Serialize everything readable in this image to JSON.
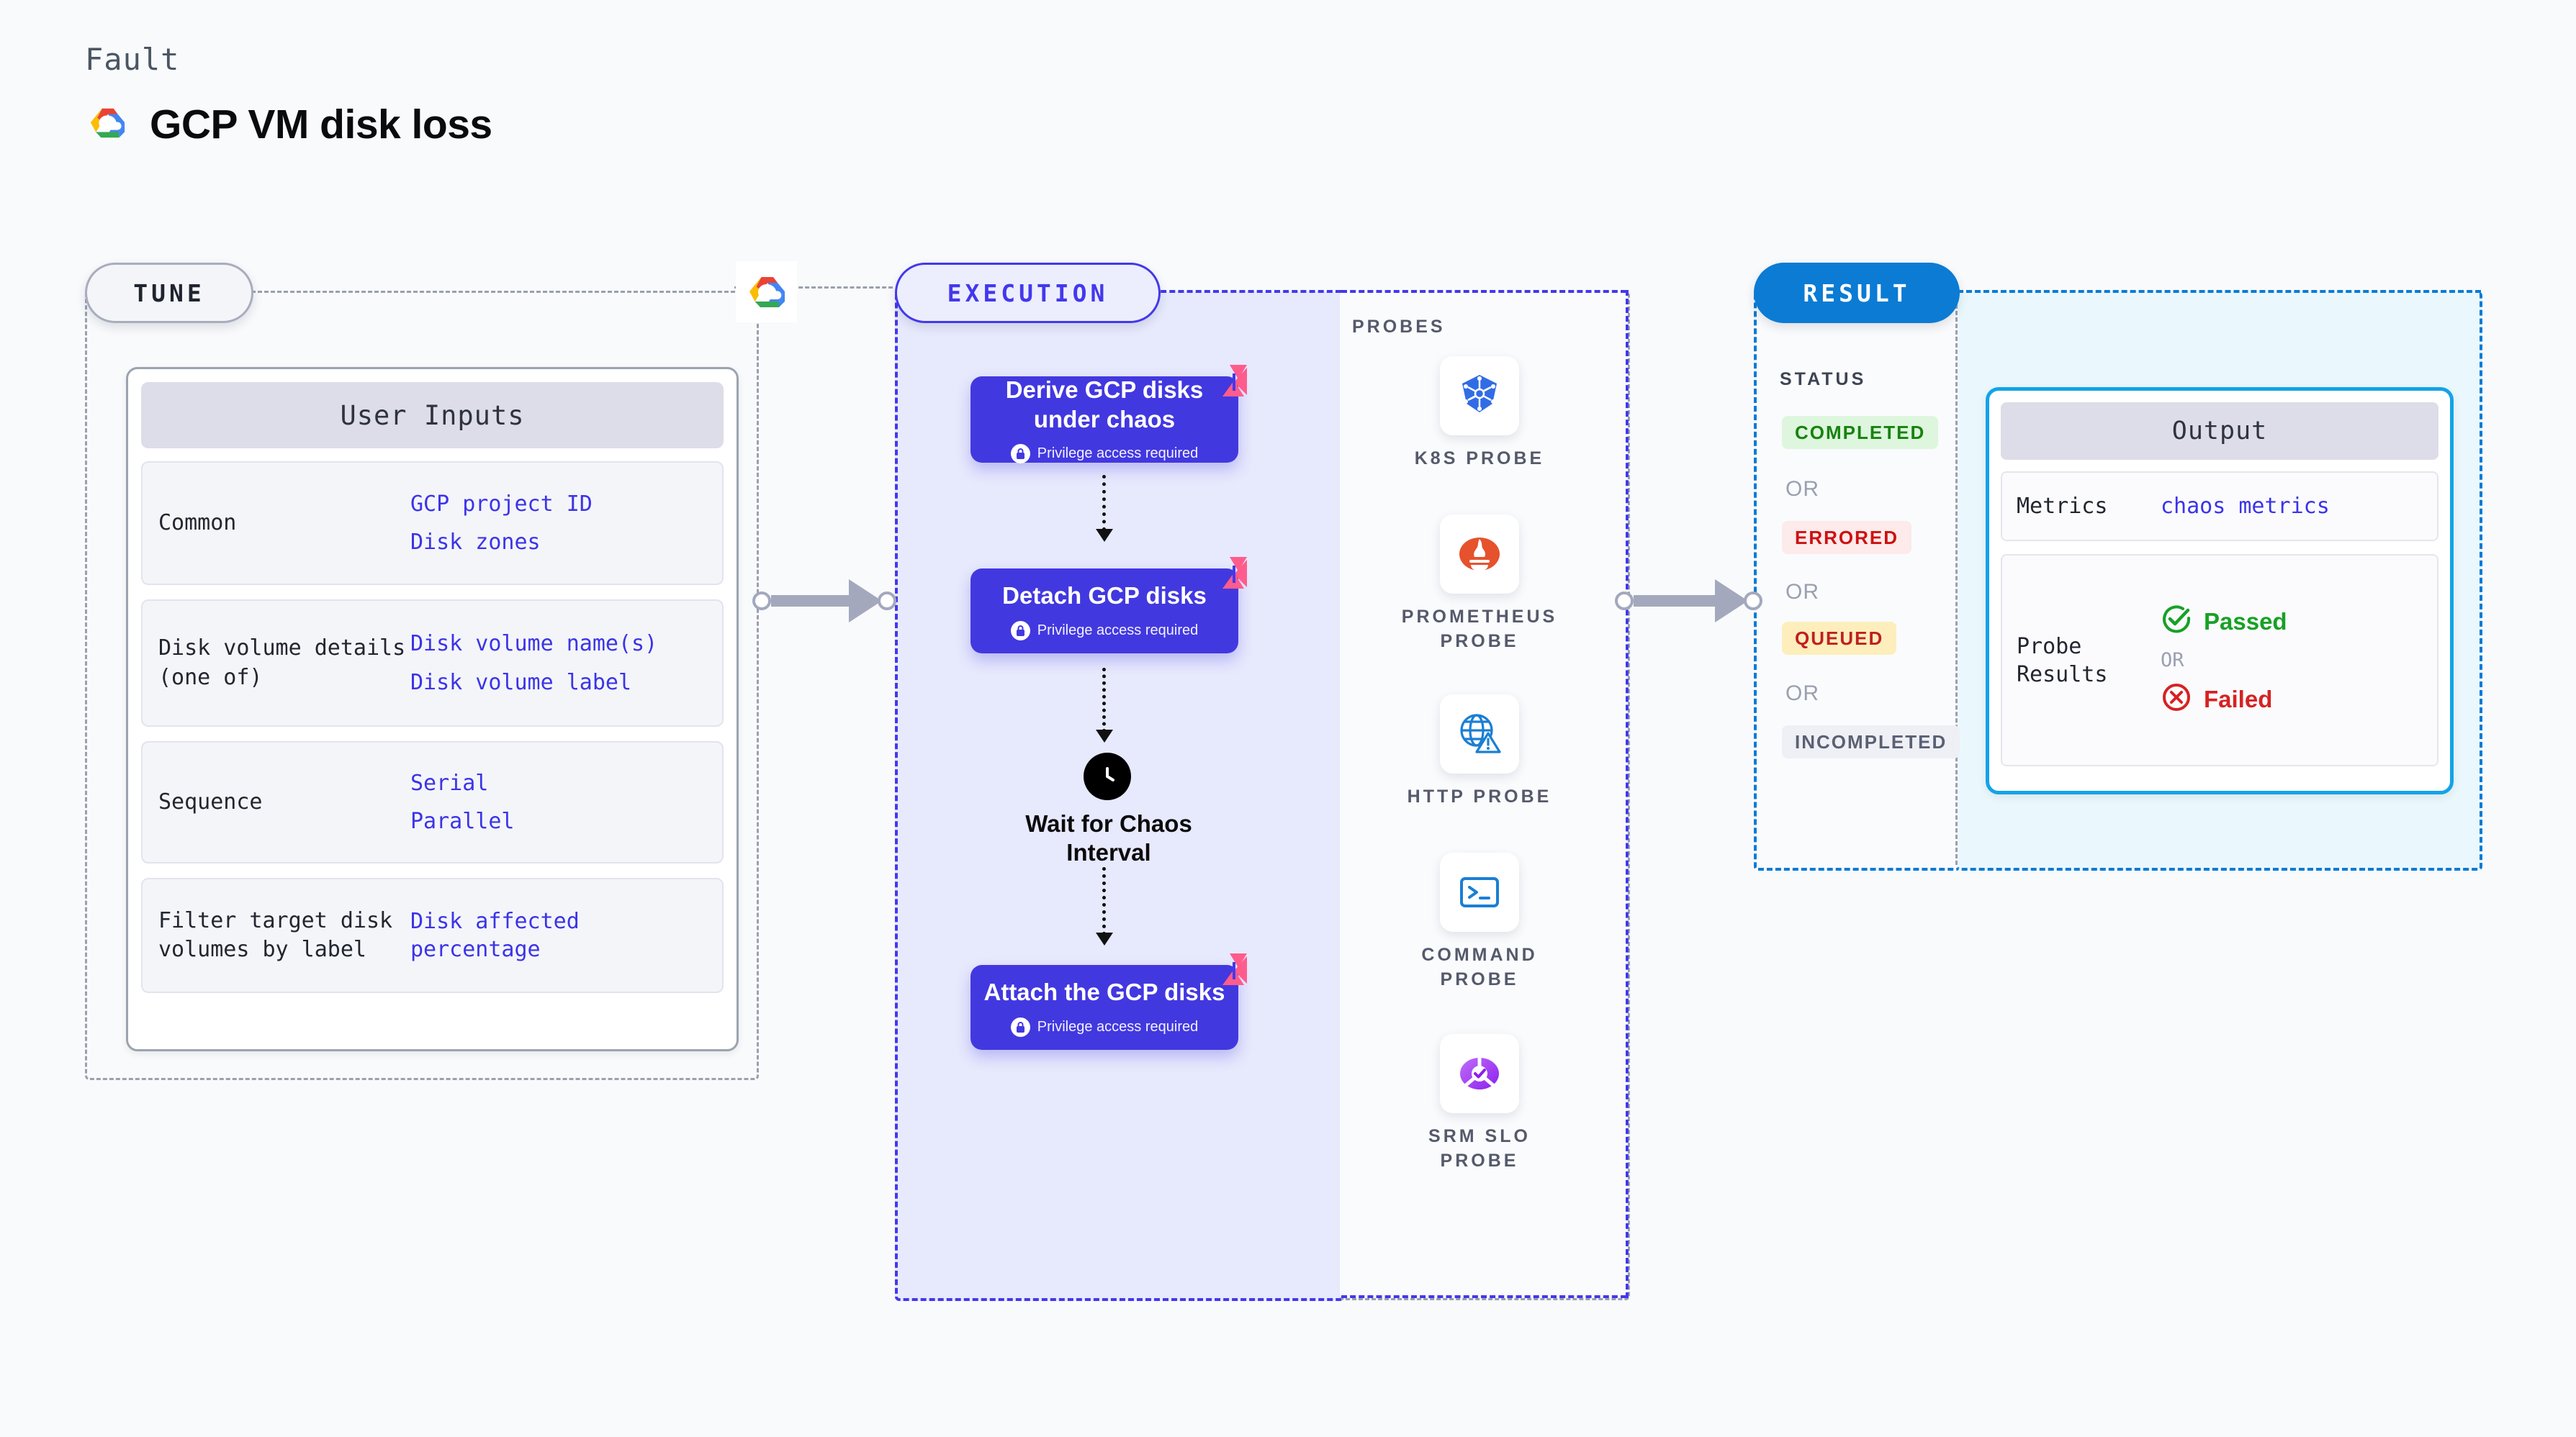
{
  "header": {
    "eyebrow": "Fault",
    "title": "GCP VM disk loss",
    "logo_icon": "gcp-logo-icon"
  },
  "sections": {
    "tune_label": "TUNE",
    "execution_label": "EXECUTION",
    "result_label": "RESULT",
    "probes_label": "PROBES",
    "status_label": "STATUS"
  },
  "tune": {
    "card_title": "User Inputs",
    "rows": [
      {
        "label": "Common",
        "values": [
          "GCP project ID",
          "Disk zones"
        ]
      },
      {
        "label": "Disk volume details (one of)",
        "values": [
          "Disk volume name(s)",
          "Disk volume label"
        ]
      },
      {
        "label": "Sequence",
        "values": [
          "Serial",
          "Parallel"
        ]
      },
      {
        "label": "Filter target disk volumes by label",
        "values": [
          "Disk affected percentage"
        ]
      }
    ]
  },
  "execution": {
    "privilege_note": "Privilege access required",
    "nodes": [
      {
        "title": "Derive GCP disks under chaos",
        "badge": "litmus-badge-icon",
        "lock": "lock-icon"
      },
      {
        "title": "Detach GCP disks",
        "badge": "litmus-badge-icon",
        "lock": "lock-icon"
      },
      {
        "title": "Attach the GCP disks",
        "badge": "litmus-badge-icon",
        "lock": "lock-icon"
      }
    ],
    "wait_node": {
      "title": "Wait for Chaos Interval",
      "icon": "clock-icon"
    }
  },
  "probes": [
    {
      "label": "K8S PROBE",
      "icon": "kubernetes-icon"
    },
    {
      "label": "PROMETHEUS PROBE",
      "icon": "prometheus-icon"
    },
    {
      "label": "HTTP PROBE",
      "icon": "http-globe-warning-icon"
    },
    {
      "label": "COMMAND PROBE",
      "icon": "terminal-icon"
    },
    {
      "label": "SRM SLO PROBE",
      "icon": "srm-slo-icon"
    }
  ],
  "result": {
    "statuses": [
      {
        "text": "COMPLETED",
        "bg": "#ddf6dd",
        "fg": "#17820f"
      },
      {
        "text": "ERRORED",
        "bg": "#fdeaea",
        "fg": "#cc1111"
      },
      {
        "text": "QUEUED",
        "bg": "#fdeebc",
        "fg": "#bf2020"
      },
      {
        "text": "INCOMPLETED",
        "bg": "#eff0f5",
        "fg": "#5b6074"
      }
    ],
    "or_label": "OR"
  },
  "output": {
    "card_title": "Output",
    "metrics_label": "Metrics",
    "metrics_value": "chaos metrics",
    "probe_results_label": "Probe Results",
    "passed_label": "Passed",
    "or_label": "OR",
    "failed_label": "Failed",
    "passed_icon": "check-circle-icon",
    "failed_icon": "x-circle-icon"
  },
  "colors": {
    "accent_purple": "#4338ec",
    "accent_blue": "#0b7bd4",
    "node_purple": "#4238e0",
    "link_blue": "#3b34e8",
    "litmus_pink": "#ff5c8d",
    "pass_green": "#17a125",
    "fail_red": "#d62222",
    "connector_gray": "#a3a8bd"
  }
}
